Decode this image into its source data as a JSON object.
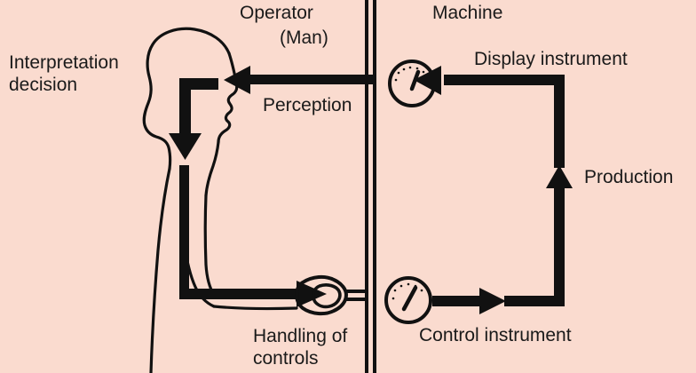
{
  "diagram": {
    "title": "Man-machine system interaction loop",
    "background_color": "#fadbcf",
    "ink_color": "#111111",
    "labels": {
      "interpretation": "Interpretation\ndecision",
      "operator": "Operator",
      "operator_sub": "(Man)",
      "machine": "Machine",
      "perception": "Perception",
      "display_instrument": "Display instrument",
      "production": "Production",
      "control_instrument": "Control instrument",
      "handling_of_controls": "Handling of\ncontrols"
    },
    "nodes": [
      {
        "id": "operator-figure",
        "name": "human-operator-silhouette",
        "side": "operator"
      },
      {
        "id": "display-gauge",
        "name": "display-instrument-gauge",
        "side": "machine"
      },
      {
        "id": "control-gauge",
        "name": "control-instrument-gauge",
        "side": "machine"
      },
      {
        "id": "control-lever",
        "name": "control-lever-knob",
        "side": "boundary"
      },
      {
        "id": "divider",
        "name": "man-machine-boundary",
        "side": "boundary"
      }
    ],
    "flow": [
      {
        "from": "display-gauge",
        "to": "operator-figure",
        "label": "Perception",
        "direction": "right-to-left"
      },
      {
        "from": "operator-figure",
        "to": "operator-figure",
        "label": "Interpretation decision",
        "direction": "internal-down"
      },
      {
        "from": "operator-figure",
        "to": "control-lever",
        "label": "Handling of controls",
        "direction": "left-to-right"
      },
      {
        "from": "control-gauge",
        "to": "display-gauge",
        "label": "Production",
        "direction": "right-then-up-then-left"
      }
    ]
  }
}
